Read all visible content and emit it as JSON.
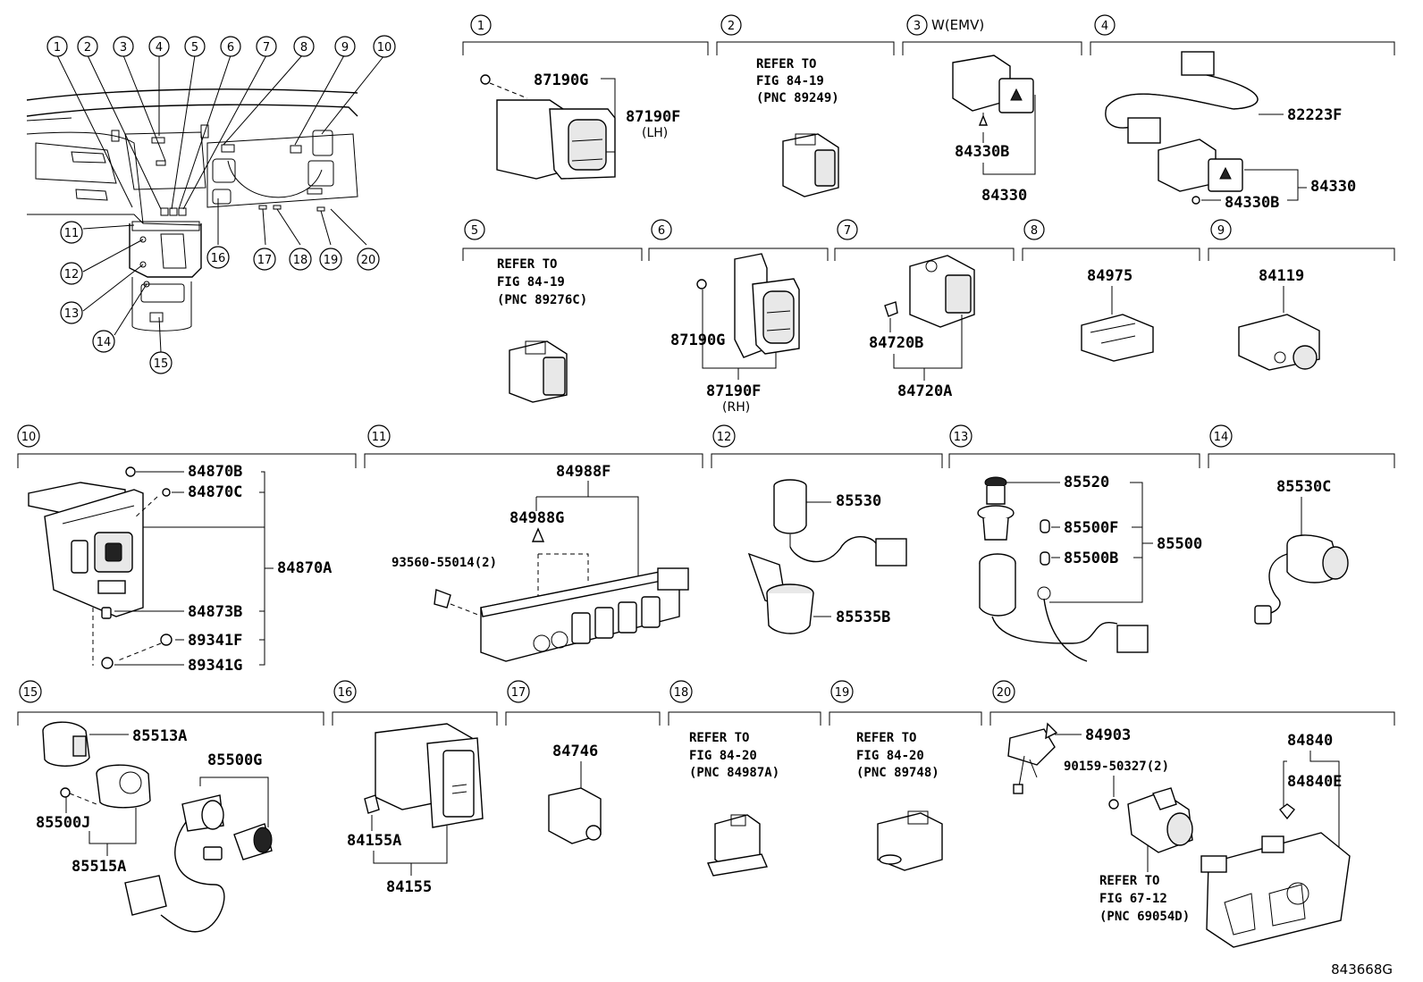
{
  "figure_id": "843668G",
  "overview_callouts": [
    "1",
    "2",
    "3",
    "4",
    "5",
    "6",
    "7",
    "8",
    "9",
    "10",
    "11",
    "12",
    "13",
    "14",
    "15",
    "16",
    "17",
    "18",
    "19",
    "20"
  ],
  "sections": [
    {
      "num": "1",
      "tag": "",
      "parts": [
        "87190G",
        "87190F"
      ],
      "notes": [
        "(LH)"
      ]
    },
    {
      "num": "2",
      "tag": "",
      "ref": [
        "REFER TO",
        "FIG 84-19",
        "(PNC 89249)"
      ]
    },
    {
      "num": "3",
      "tag": "W(EMV)",
      "parts": [
        "84330B",
        "84330"
      ]
    },
    {
      "num": "4",
      "tag": "",
      "parts": [
        "82223F",
        "84330",
        "84330B"
      ]
    },
    {
      "num": "5",
      "tag": "",
      "ref": [
        "REFER TO",
        "FIG 84-19",
        "(PNC 89276C)"
      ]
    },
    {
      "num": "6",
      "tag": "",
      "parts": [
        "87190G",
        "87190F"
      ],
      "notes": [
        "(RH)"
      ]
    },
    {
      "num": "7",
      "tag": "",
      "parts": [
        "84720B",
        "84720A"
      ]
    },
    {
      "num": "8",
      "tag": "",
      "parts": [
        "84975"
      ]
    },
    {
      "num": "9",
      "tag": "",
      "parts": [
        "84119"
      ]
    },
    {
      "num": "10",
      "tag": "",
      "parts": [
        "84870B",
        "84870C",
        "84870A",
        "84873B",
        "89341F",
        "89341G"
      ]
    },
    {
      "num": "11",
      "tag": "",
      "parts": [
        "84988F",
        "84988G",
        "93560-55014(2)"
      ]
    },
    {
      "num": "12",
      "tag": "",
      "parts": [
        "85530",
        "85535B"
      ]
    },
    {
      "num": "13",
      "tag": "",
      "parts": [
        "85520",
        "85500F",
        "85500",
        "85500B"
      ]
    },
    {
      "num": "14",
      "tag": "",
      "parts": [
        "85530C"
      ]
    },
    {
      "num": "15",
      "tag": "",
      "parts": [
        "85513A",
        "85500G",
        "85500J",
        "85515A"
      ]
    },
    {
      "num": "16",
      "tag": "",
      "parts": [
        "84155A",
        "84155"
      ]
    },
    {
      "num": "17",
      "tag": "",
      "parts": [
        "84746"
      ]
    },
    {
      "num": "18",
      "tag": "",
      "ref": [
        "REFER TO",
        "FIG 84-20",
        "(PNC 84987A)"
      ]
    },
    {
      "num": "19",
      "tag": "",
      "ref": [
        "REFER TO",
        "FIG 84-20",
        "(PNC 89748)"
      ]
    },
    {
      "num": "20",
      "tag": "",
      "parts": [
        "84903",
        "90159-50327(2)",
        "84840",
        "84840E"
      ],
      "ref": [
        "REFER TO",
        "FIG 67-12",
        "(PNC 69054D)"
      ]
    }
  ]
}
